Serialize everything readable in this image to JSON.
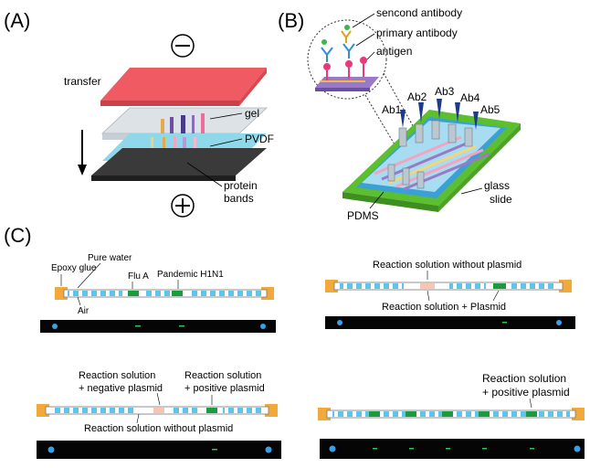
{
  "panel_a": {
    "letter": "(A)",
    "transfer": "transfer",
    "gel": "gel",
    "pvdf": "PVDF",
    "protein": "protein",
    "bands": "bands",
    "minus": "−",
    "plus": "+"
  },
  "panel_b": {
    "letter": "(B)",
    "second_antibody": "sencond antibody",
    "primary_antibody": "primary antibody",
    "antigen": "antigen",
    "ab1": "Ab1",
    "ab2": "Ab2",
    "ab3": "Ab3",
    "ab4": "Ab4",
    "ab5": "Ab5",
    "glass": "glass",
    "slide": "slide",
    "pdms": "PDMS"
  },
  "panel_c": {
    "letter": "(C)",
    "epoxy": "Epoxy glue",
    "pure_water": "Pure water",
    "air": "Air",
    "flua": "Flu A",
    "h1n1": "Pandemic H1N1",
    "tr_without": "Reaction solution without plasmid",
    "tr_plus": "Reaction solution + Plasmid",
    "bl_rs1": "Reaction solution",
    "bl_neg": "+ negative plasmid",
    "bl_rs2": "Reaction solution",
    "bl_pos": "+ positive plasmid",
    "bl_without": "Reaction solution without plasmid",
    "br_rs": "Reaction solution",
    "br_pos": "+ positive plasmid"
  },
  "colors": {
    "transfer": "#ef5a63",
    "pvdf": "#8fd8ea",
    "glass_green": "#5bbf2f",
    "capillary_blue": "#5ec5ea",
    "capillary_green": "#1a9b3e",
    "epoxy": "#f2a93b"
  }
}
